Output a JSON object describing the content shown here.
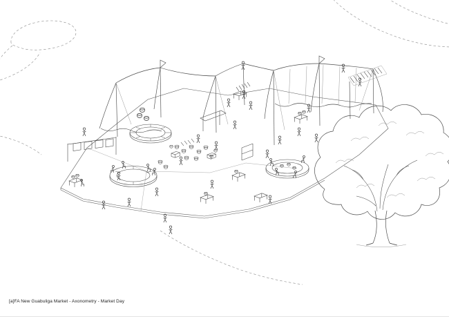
{
  "sheet": {
    "background": "#ffffff",
    "ink": "#4a4a4a",
    "caption": "[a]FA New Guabuliga Market - Axonometry - Market Day"
  },
  "drawing": {
    "type": "axonometric-line-drawing",
    "elements": [
      "dashed-footpaths",
      "market-platform",
      "tensile-canopies",
      "gathering-circles",
      "clothesline",
      "market-tables",
      "goods-baskets",
      "textile-racks",
      "visitor-figures",
      "shade-tree"
    ]
  }
}
